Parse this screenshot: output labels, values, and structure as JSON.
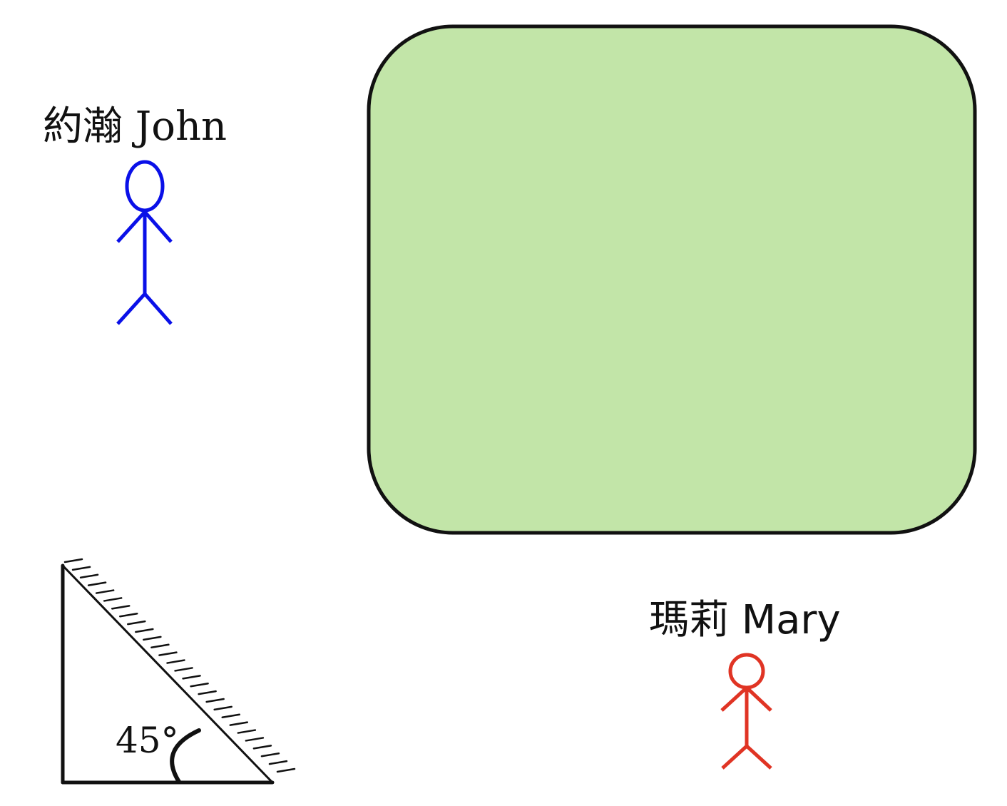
{
  "diagram": {
    "people": [
      {
        "name": "約瀚 John",
        "color": "#0a10e8"
      },
      {
        "name": "瑪莉 Mary",
        "color": "#e03424"
      }
    ],
    "block": {
      "fill": "#c2e5a8",
      "stroke": "#111111"
    },
    "mirror": {
      "angle_label": "45°",
      "stroke": "#111111"
    }
  }
}
